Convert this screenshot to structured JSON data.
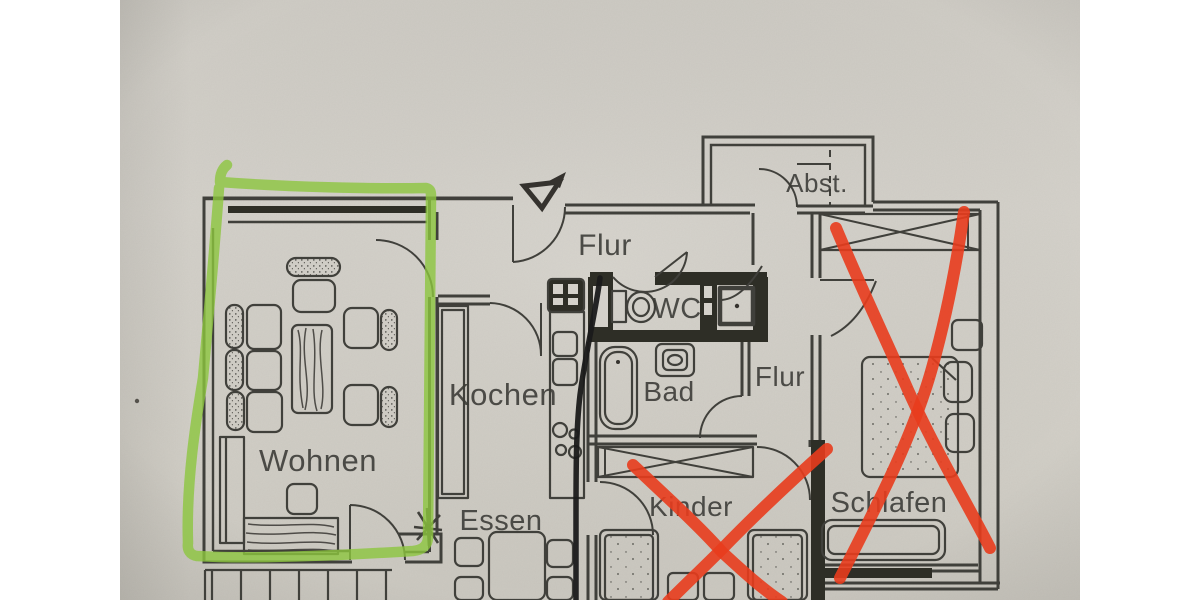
{
  "photo": {
    "white_margin_color": "#ffffff",
    "paper_color_top": "#cfccc5",
    "paper_color_mid": "#d6d3cc",
    "paper_color_bottom": "#cbc8c0"
  },
  "floorplan": {
    "line_color": "#403f3a",
    "wall_fill_color": "#2e2d28",
    "text_color": "#3b3a35",
    "labels": {
      "abst": "Abst.",
      "flur_top": "Flur",
      "wc": "WC",
      "bad": "Bad",
      "kochen": "Kochen",
      "wohnen": "Wohnen",
      "flur_right": "Flur",
      "essen": "Essen",
      "kinder": "Kinder",
      "schlafen": "Schlafen"
    }
  },
  "annotations": {
    "highlighter_green": "#8cc63e",
    "marker_red": "#e83c1d",
    "marker_black": "#1a1a1a"
  }
}
